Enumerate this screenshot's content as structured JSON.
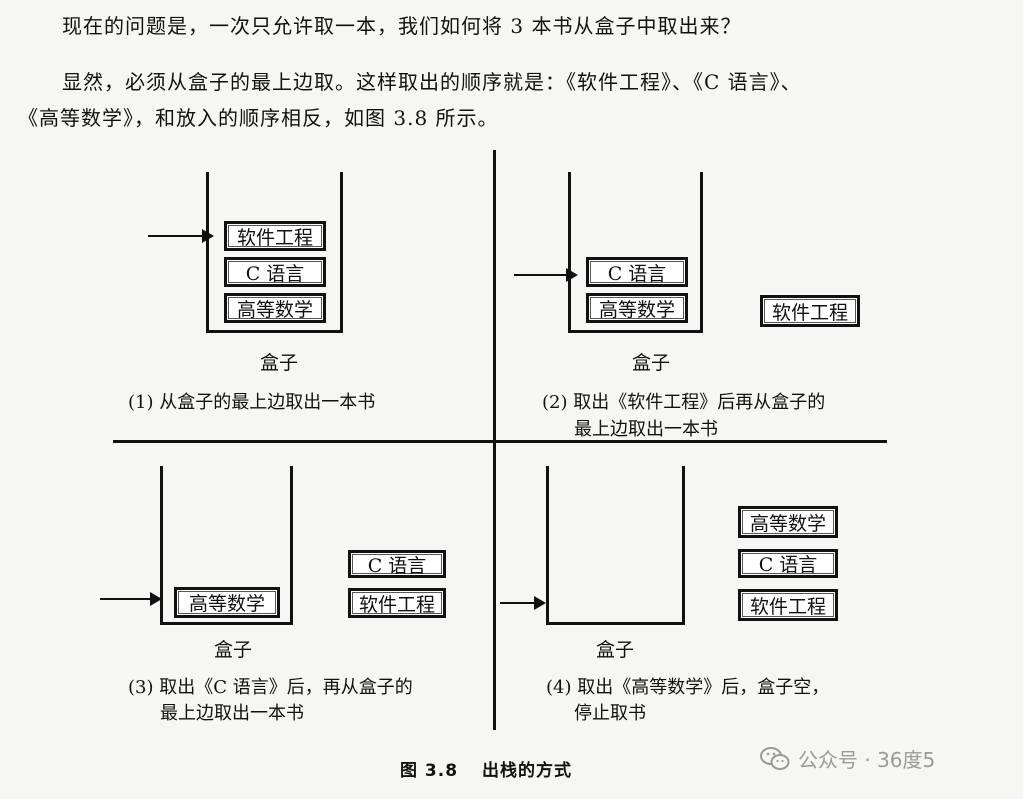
{
  "paragraphs": {
    "line1": "现在的问题是，一次只允许取一本，我们如何将 3 本书从盒子中取出来？",
    "line2": "显然，必须从盒子的最上边取。这样取出的顺序就是：《软件工程》、《C 语言》、",
    "line3": "《高等数学》，和放入的顺序相反，如图 3.8 所示。"
  },
  "box_label": "盒子",
  "books": {
    "software": "软件工程",
    "c_lang": "C 语言",
    "math": "高等数学"
  },
  "panels": [
    {
      "caption_line1": "(1)  从盒子的最上边取出一本书",
      "caption_line2": ""
    },
    {
      "caption_line1": "(2)  取出《软件工程》后再从盒子的",
      "caption_line2": "最上边取出一本书"
    },
    {
      "caption_line1": "(3)  取出《C 语言》后，再从盒子的",
      "caption_line2": "最上边取出一本书"
    },
    {
      "caption_line1": "(4)  取出《高等数学》后，盒子空，",
      "caption_line2": "停止取书"
    }
  ],
  "figure": {
    "number": "图 3.8",
    "title": "出栈的方式"
  },
  "watermark": {
    "icon": "wechat-icon",
    "text": "公众号 · 36度5"
  }
}
